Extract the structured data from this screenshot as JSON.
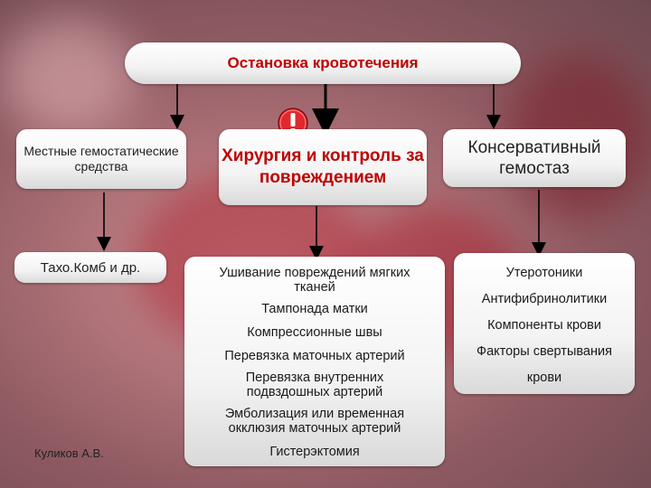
{
  "title": "Остановка  кровотечения",
  "columns": {
    "left": {
      "header": "Местные гемостатические средства",
      "item": "Тахо.Комб и др."
    },
    "center": {
      "header": "Хирургия и контроль за повреждением",
      "items": [
        "Ушивание повреждений мягких тканей",
        "Тампонада матки",
        "Компрессионные швы",
        "Перевязка маточных артерий",
        "Перевязка внутренних подвздошных артерий",
        "Эмболизация или временная окклюзия маточных артерий",
        "Гистерэктомия"
      ]
    },
    "right": {
      "header": "Консервативный гемостаз",
      "items": [
        "Утеротоники",
        "Антифибринолитики",
        "Компоненты крови",
        "Факторы свертывания",
        "крови"
      ]
    }
  },
  "warning_icon": "exclamation-warning-icon",
  "author": "Куликов А.В.",
  "colors": {
    "accent": "#c00000",
    "warning": "#e0282e"
  }
}
